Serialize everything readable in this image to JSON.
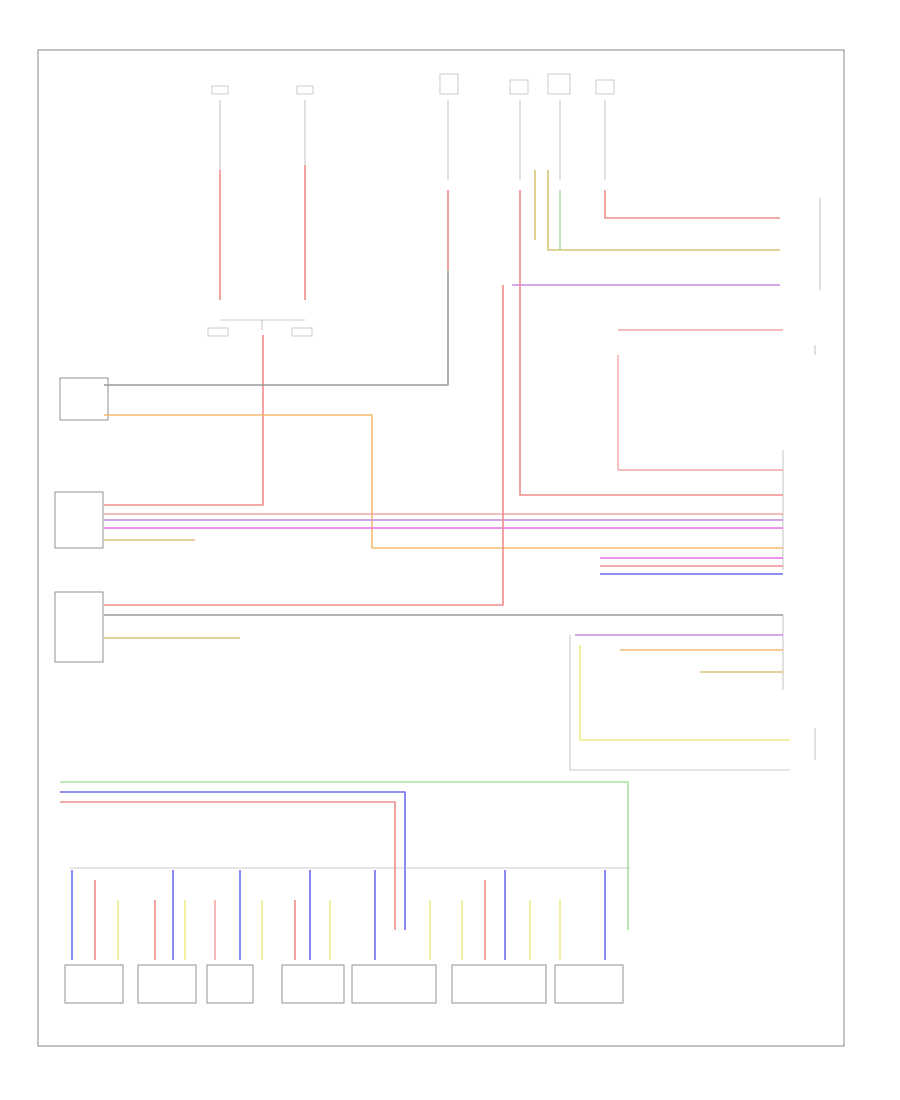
{
  "footer_code": "",
  "colors": {
    "red": "#f28b8b",
    "pink": "#f4a6a6",
    "orange": "#f5b971",
    "magenta": "#e86ee6",
    "purple": "#c58be0",
    "blue": "#6a6ef0",
    "green": "#a8e2a0",
    "yellow": "#ecec86",
    "tan": "#d8c478",
    "gray": "#9a9a9a"
  },
  "components": [
    {
      "id": "c1"
    },
    {
      "id": "c2"
    },
    {
      "id": "c3"
    },
    {
      "id": "m1"
    },
    {
      "id": "m2"
    },
    {
      "id": "m3"
    },
    {
      "id": "m4"
    },
    {
      "id": "m5"
    },
    {
      "id": "m6"
    },
    {
      "id": "m7"
    }
  ]
}
